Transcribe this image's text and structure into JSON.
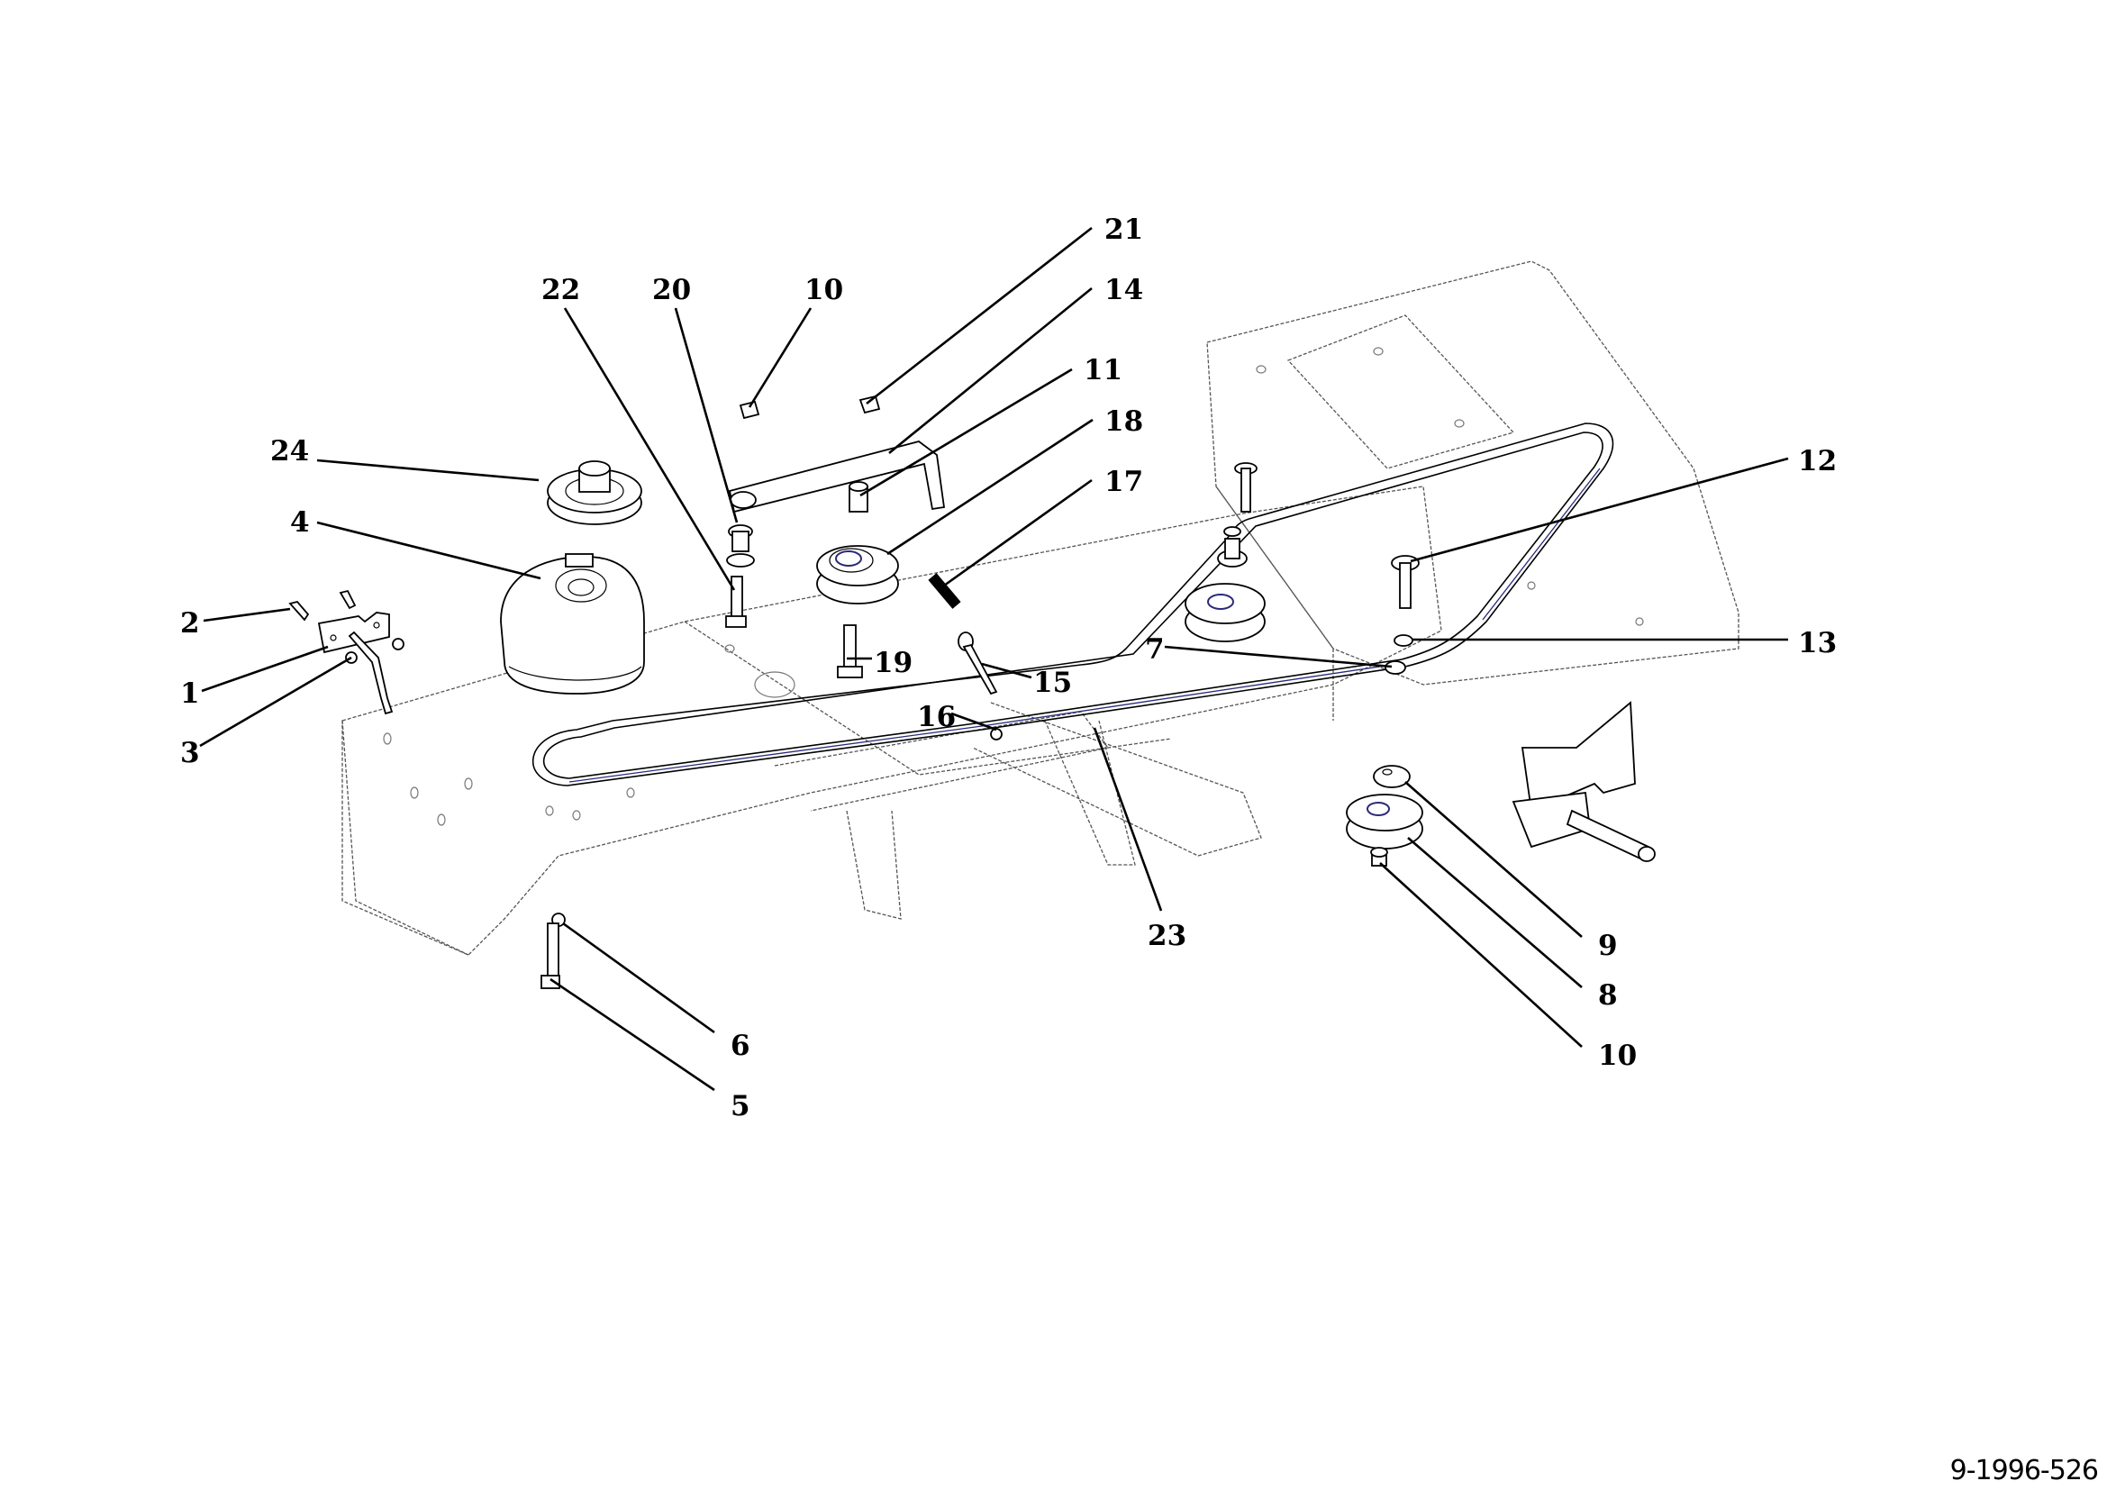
{
  "diagram": {
    "type": "exploded parts diagram",
    "subject": "Drive belt assembly",
    "drawing_code": "9-1996-526",
    "callouts": [
      {
        "id": "c1",
        "label": "1"
      },
      {
        "id": "c2",
        "label": "2"
      },
      {
        "id": "c3",
        "label": "3"
      },
      {
        "id": "c4",
        "label": "4"
      },
      {
        "id": "c5",
        "label": "5"
      },
      {
        "id": "c6",
        "label": "6"
      },
      {
        "id": "c7",
        "label": "7"
      },
      {
        "id": "c8",
        "label": "8"
      },
      {
        "id": "c9",
        "label": "9"
      },
      {
        "id": "c10a",
        "label": "10"
      },
      {
        "id": "c10b",
        "label": "10"
      },
      {
        "id": "c11",
        "label": "11"
      },
      {
        "id": "c12",
        "label": "12"
      },
      {
        "id": "c13",
        "label": "13"
      },
      {
        "id": "c14",
        "label": "14"
      },
      {
        "id": "c15",
        "label": "15"
      },
      {
        "id": "c16",
        "label": "16"
      },
      {
        "id": "c17",
        "label": "17"
      },
      {
        "id": "c18",
        "label": "18"
      },
      {
        "id": "c19",
        "label": "19"
      },
      {
        "id": "c20",
        "label": "20"
      },
      {
        "id": "c21",
        "label": "21"
      },
      {
        "id": "c22",
        "label": "22"
      },
      {
        "id": "c23",
        "label": "23"
      },
      {
        "id": "c24",
        "label": "24"
      }
    ],
    "colors": {
      "line": "#000000",
      "belt_accent": "#2a2a7a",
      "frame_ghost": "#555555",
      "background": "#ffffff"
    }
  }
}
